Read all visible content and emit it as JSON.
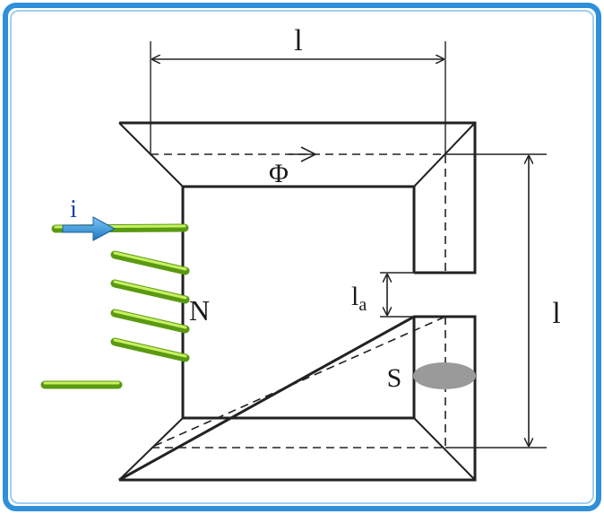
{
  "labels": {
    "top_length": "l",
    "flux": "Φ",
    "current": "i",
    "turns": "N",
    "gap_main": "l",
    "gap_sub": "a",
    "right_length": "l",
    "area": "S"
  },
  "colors": {
    "frame_border": "#2f8fd8",
    "frame_fill": "#ffffff",
    "core_stroke": "#222222",
    "coil": "#8ed12a",
    "coil_dark": "#5a9a12",
    "current_arrow": "#2a8fd0",
    "current_label": "#1a3fb0",
    "area_ellipse": "#999999"
  }
}
